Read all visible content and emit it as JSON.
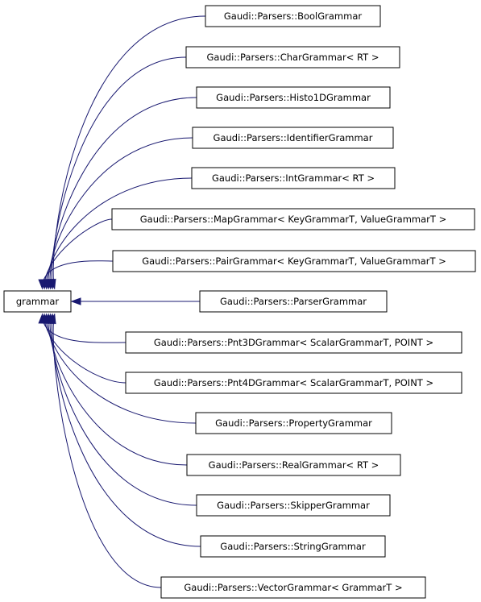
{
  "base_node": {
    "label": "grammar"
  },
  "derived_nodes": [
    {
      "id": "bool",
      "label": "Gaudi::Parsers::BoolGrammar"
    },
    {
      "id": "char",
      "label": "Gaudi::Parsers::CharGrammar< RT >"
    },
    {
      "id": "histo1d",
      "label": "Gaudi::Parsers::Histo1DGrammar"
    },
    {
      "id": "identifier",
      "label": "Gaudi::Parsers::IdentifierGrammar"
    },
    {
      "id": "int",
      "label": "Gaudi::Parsers::IntGrammar< RT >"
    },
    {
      "id": "map",
      "label": "Gaudi::Parsers::MapGrammar< KeyGrammarT, ValueGrammarT >"
    },
    {
      "id": "pair",
      "label": "Gaudi::Parsers::PairGrammar< KeyGrammarT, ValueGrammarT >"
    },
    {
      "id": "parser",
      "label": "Gaudi::Parsers::ParserGrammar"
    },
    {
      "id": "pnt3d",
      "label": "Gaudi::Parsers::Pnt3DGrammar< ScalarGrammarT, POINT >"
    },
    {
      "id": "pnt4d",
      "label": "Gaudi::Parsers::Pnt4DGrammar< ScalarGrammarT, POINT >"
    },
    {
      "id": "property",
      "label": "Gaudi::Parsers::PropertyGrammar"
    },
    {
      "id": "real",
      "label": "Gaudi::Parsers::RealGrammar< RT >"
    },
    {
      "id": "skipper",
      "label": "Gaudi::Parsers::SkipperGrammar"
    },
    {
      "id": "string",
      "label": "Gaudi::Parsers::StringGrammar"
    },
    {
      "id": "vector",
      "label": "Gaudi::Parsers::VectorGrammar< GrammarT >"
    }
  ],
  "colors": {
    "edge": "#191970",
    "node_border": "#000000",
    "background": "#ffffff"
  }
}
